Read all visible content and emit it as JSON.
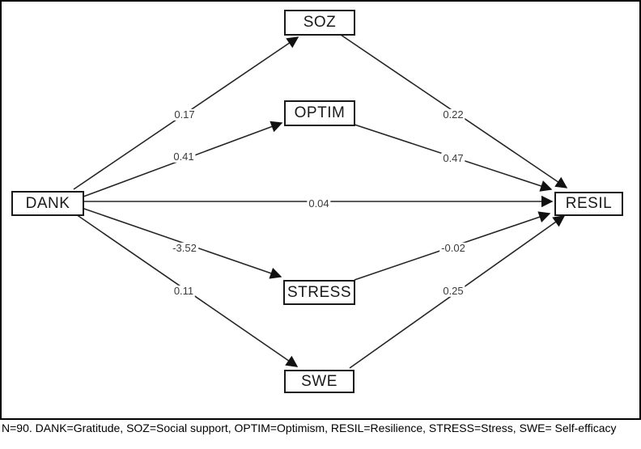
{
  "diagram": {
    "nodes": {
      "dank": {
        "label": "DANK"
      },
      "soz": {
        "label": "SOZ"
      },
      "optim": {
        "label": "OPTIM"
      },
      "stress": {
        "label": "STRESS"
      },
      "swe": {
        "label": "SWE"
      },
      "resil": {
        "label": "RESIL"
      }
    },
    "edges": {
      "dank_soz": {
        "from": "DANK",
        "to": "SOZ",
        "coef": "0.17"
      },
      "dank_optim": {
        "from": "DANK",
        "to": "OPTIM",
        "coef": "0.41"
      },
      "dank_resil": {
        "from": "DANK",
        "to": "RESIL",
        "coef": "0.04"
      },
      "dank_stress": {
        "from": "DANK",
        "to": "STRESS",
        "coef": "-3.52"
      },
      "dank_swe": {
        "from": "DANK",
        "to": "SWE",
        "coef": "0.11"
      },
      "soz_resil": {
        "from": "SOZ",
        "to": "RESIL",
        "coef": "0.22"
      },
      "optim_resil": {
        "from": "OPTIM",
        "to": "RESIL",
        "coef": "0.47"
      },
      "stress_resil": {
        "from": "STRESS",
        "to": "RESIL",
        "coef": "-0.02"
      },
      "swe_resil": {
        "from": "SWE",
        "to": "RESIL",
        "coef": "0.25"
      }
    }
  },
  "footnote": {
    "text": "N=90. DANK=Gratitude, SOZ=Social support, OPTIM=Optimism, RESIL=Resilience, STRESS=Stress, SWE= Self-efficacy"
  }
}
